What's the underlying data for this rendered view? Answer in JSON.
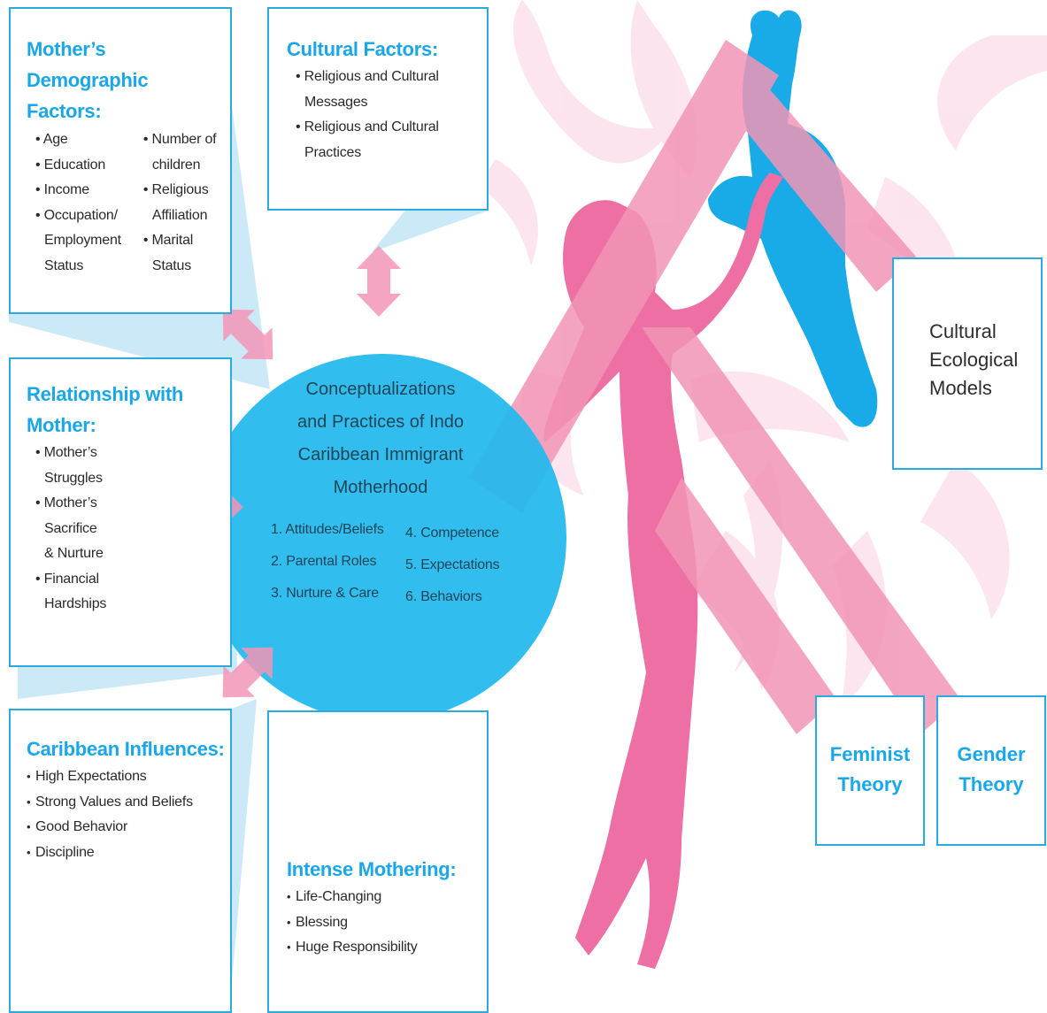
{
  "colors": {
    "accent_blue": "#1aa7e8",
    "circle_blue": "#1fb8ee",
    "mother_pink": "#ee6fa4",
    "child_blue": "#19aae8",
    "arrow_pink": "#f295b6",
    "arrow_overlap": "#9c8dbd",
    "pale_blue": "#cbe9f7"
  },
  "icons": [
    "mother-silhouette",
    "child-silhouette",
    "floral-ornament",
    "double-headed-arrow"
  ],
  "boxes": {
    "demographic": {
      "title_line1": "Mother’s Demographic",
      "title_line2": "Factors:",
      "col1": [
        "Age",
        "Education",
        "Income",
        "Occupation/",
        "Employment",
        "Status"
      ],
      "col2": [
        "Number of",
        "children",
        "Religious",
        "Affiliation",
        "Marital",
        "Status"
      ]
    },
    "cultural": {
      "title": "Cultural Factors:",
      "items": [
        "Religious and Cultural",
        "Messages",
        "Religious and Cultural",
        "Practices"
      ]
    },
    "relationship": {
      "title_line1": "Relationship with",
      "title_line2": "Mother:",
      "items": [
        "Mother’s",
        "Struggles",
        "Mother’s",
        "Sacrifice",
        "& Nurture",
        "Financial",
        "Hardships"
      ]
    },
    "caribbean": {
      "title": "Caribbean Influences:",
      "items": [
        "High Expectations",
        "Strong Values and Beliefs",
        "Good Behavior",
        "Discipline"
      ]
    },
    "intense": {
      "title": "Intense Mothering:",
      "items": [
        "Life-Changing",
        "Blessing",
        "Huge Responsibility"
      ]
    }
  },
  "center": {
    "title_lines": [
      "Conceptualizations",
      "and Practices of Indo",
      "Caribbean Immigrant",
      "Motherhood"
    ],
    "items": [
      "1. Attitudes/Beliefs",
      "2. Parental Roles",
      "3. Nurture & Care",
      "4. Competence",
      "5. Expectations",
      "6. Behaviors"
    ]
  },
  "theories": {
    "ecological": [
      "Cultural",
      "Ecological",
      "Models"
    ],
    "feminist": [
      "Feminist",
      "Theory"
    ],
    "gender": [
      "Gender",
      "Theory"
    ]
  }
}
